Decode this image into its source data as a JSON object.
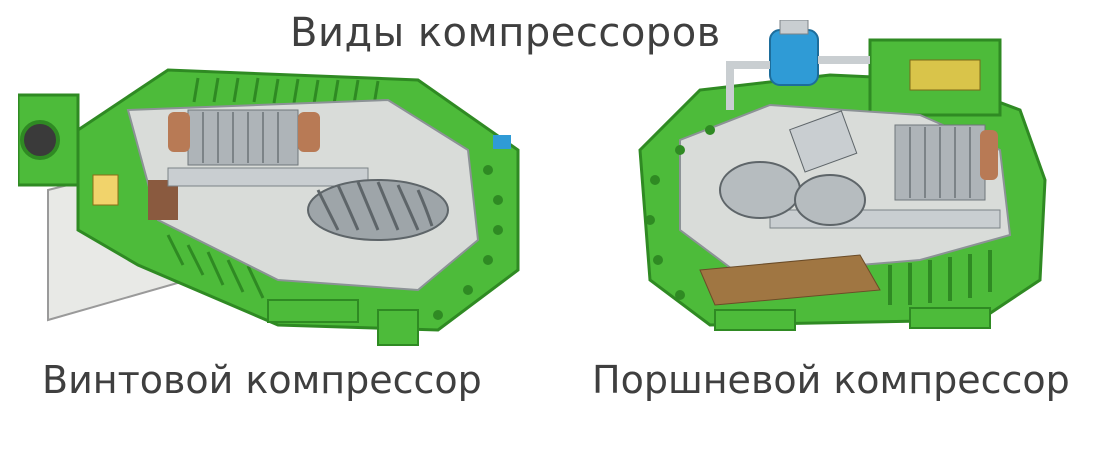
{
  "title": "Виды компрессоров",
  "captions": {
    "screw": "Винтовой компрессор",
    "piston": "Поршневой компрессор"
  },
  "colors": {
    "body_green": "#4dbb3a",
    "dark_green": "#2f8a23",
    "cut_gray": "#d9dcd9",
    "metal": "#aeb4b8",
    "copper": "#b87a55",
    "valve_blue": "#2f9bd6",
    "text": "#3f3f3f"
  }
}
